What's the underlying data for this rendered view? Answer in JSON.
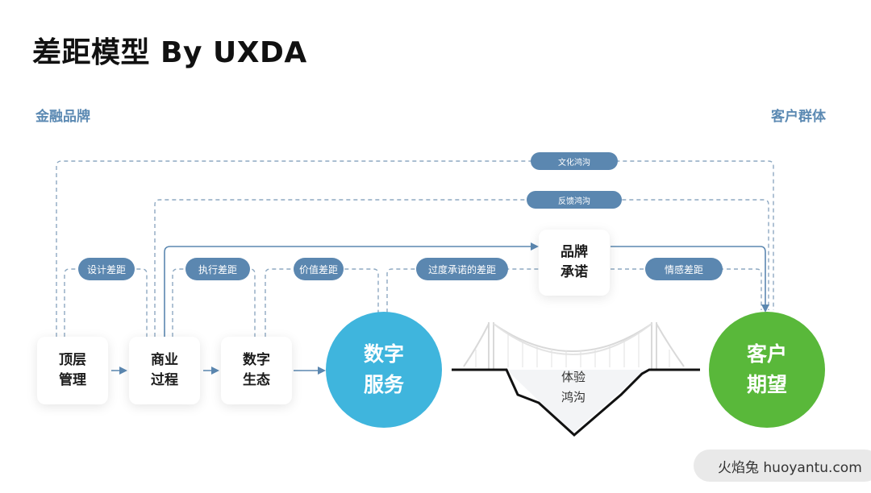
{
  "title": "差距模型 By UXDA",
  "left_label": "金融品牌",
  "right_label": "客户群体",
  "boxes": {
    "top_management": "顶层\n管理",
    "business_process": "商业\n过程",
    "digital_ecosystem": "数字\n生态",
    "brand_promise": "品牌\n承诺"
  },
  "circles": {
    "digital_service": "数字\n服务",
    "customer_expectation": "客户\n期望"
  },
  "gaps": {
    "culture": "文化鸿沟",
    "feedback": "反馈鸿沟",
    "design": "设计差距",
    "execution": "执行差距",
    "value": "价值差距",
    "overpromise": "过度承诺的差距",
    "emotion": "情感差距"
  },
  "experience_gap": "体验\n鸿沟",
  "watermark": "火焰兔 huoyantu.com",
  "colors": {
    "pill": "#5b87b0",
    "line": "#5b87b0",
    "digital_service": "#3fb5dd",
    "customer_expectation": "#59b83a"
  }
}
